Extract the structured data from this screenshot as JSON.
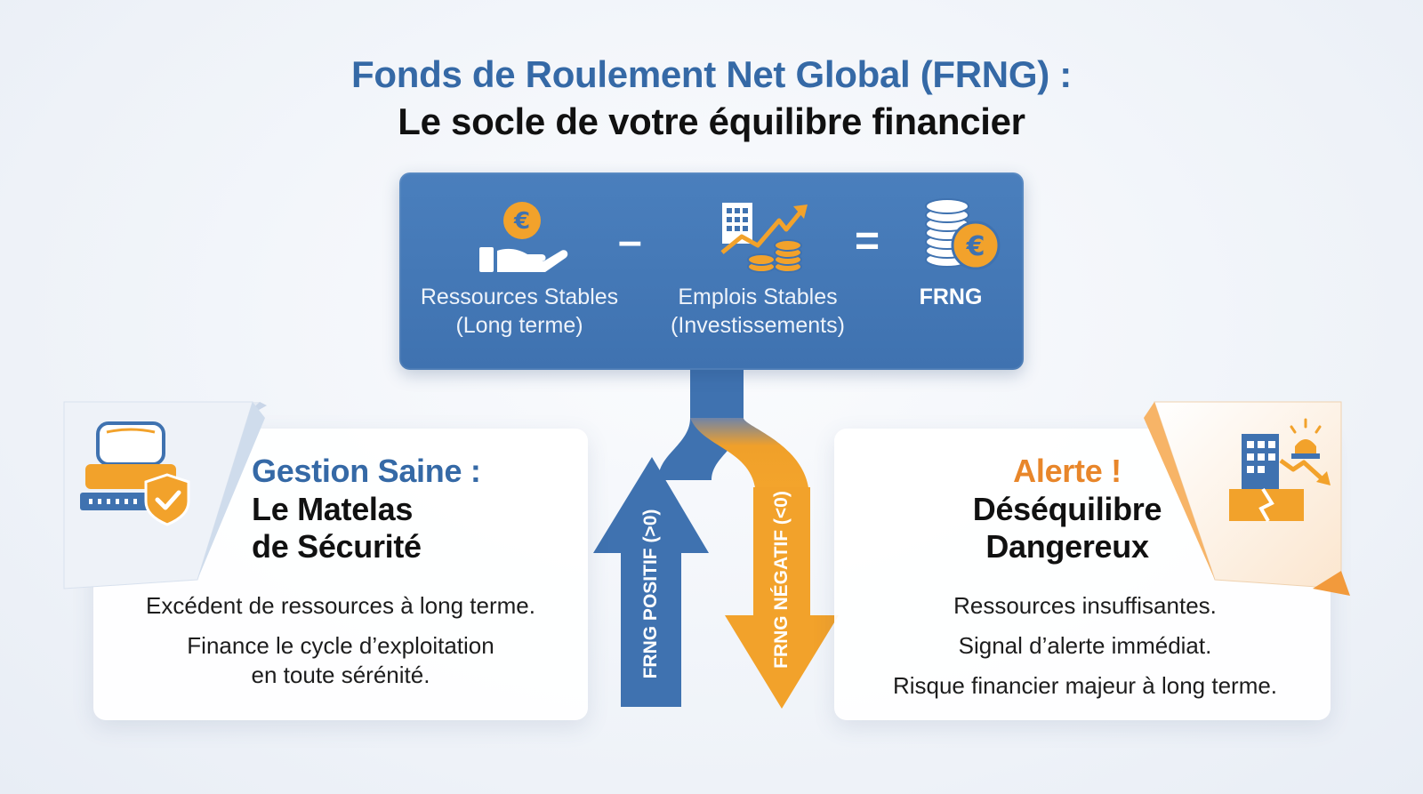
{
  "title": {
    "line1": "Fonds de Roulement Net Global (FRNG) :",
    "line2": "Le socle de votre équilibre financier"
  },
  "formula": {
    "left_term": {
      "line1": "Ressources Stables",
      "line2": "(Long terme)",
      "icon": "hand-euro-icon"
    },
    "minus": "–",
    "middle_term": {
      "line1": "Emplois Stables",
      "line2": "(Investissements)",
      "icon": "building-coins-growth-icon"
    },
    "equals": "=",
    "result": {
      "label": "FRNG",
      "icon": "coin-stack-euro-icon"
    }
  },
  "arrows": {
    "positive": "FRNG POSITIF (>0)",
    "negative": "FRNG NÉGATIF (<0)"
  },
  "left_card": {
    "heading1": "Gestion Saine :",
    "heading2": "Le Matelas",
    "heading3": "de Sécurité",
    "text1": "Excédent de ressources à long terme.",
    "text2a": "Finance le cycle d’exploitation",
    "text2b": "en toute sérénité.",
    "icon": "mattress-shield-icon"
  },
  "right_card": {
    "heading1": "Alerte !",
    "heading2": "Déséquilibre",
    "heading3": "Dangereux",
    "text1": "Ressources insuffisantes.",
    "text2": "Signal d’alerte immédiat.",
    "text3": "Risque financier majeur à long terme.",
    "icon": "building-alarm-crack-icon"
  },
  "colors": {
    "blue": "#3f72b0",
    "orange": "#f0a02a",
    "title_blue": "#3569a6"
  }
}
